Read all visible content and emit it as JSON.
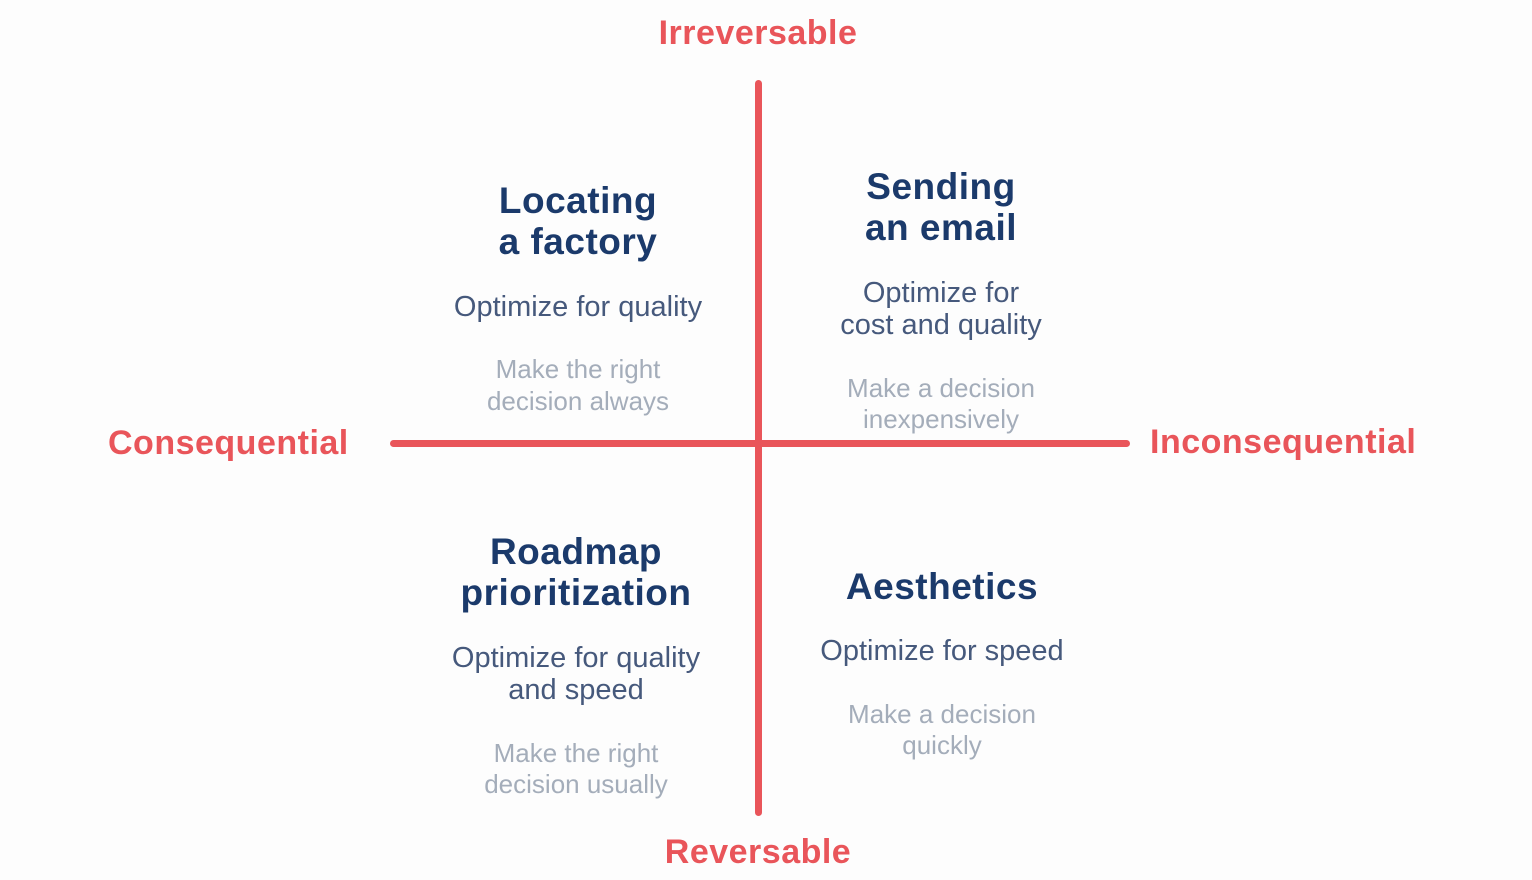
{
  "axes": {
    "top": "Irreversable",
    "bottom": "Reversable",
    "left": "Consequential",
    "right": "Inconsequential"
  },
  "colors": {
    "axis": "#e9555a",
    "title": "#1b3a6b",
    "subtitle": "#46597c",
    "note": "#a4adba",
    "background": "#fdfdfd"
  },
  "quadrants": [
    {
      "position": "top-left",
      "title": "Locating\na factory",
      "subtitle": "Optimize for quality",
      "note": "Make the right\ndecision always"
    },
    {
      "position": "top-right",
      "title": "Sending\nan email",
      "subtitle": "Optimize for\ncost and quality",
      "note": "Make a decision\ninexpensively"
    },
    {
      "position": "bottom-left",
      "title": "Roadmap\nprioritization",
      "subtitle": "Optimize for quality\nand speed",
      "note": "Make the right\ndecision usually"
    },
    {
      "position": "bottom-right",
      "title": "Aesthetics",
      "subtitle": "Optimize for speed",
      "note": "Make a decision\nquickly"
    }
  ]
}
